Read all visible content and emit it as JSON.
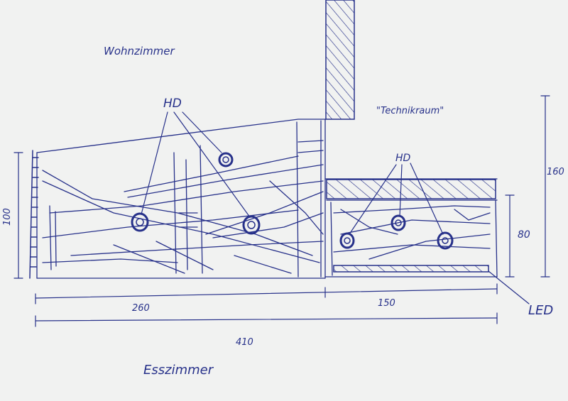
{
  "labels": {
    "living_room": "Wohnzimmer",
    "dining_room": "Esszimmer",
    "technical_room": "\"Technikraum\"",
    "hd_left": "HD",
    "hd_right": "HD",
    "led": "LED"
  },
  "dimensions": {
    "left_width": "260",
    "right_width": "150",
    "total_width": "410",
    "left_height": "100",
    "shelf_height": "80",
    "total_height": "160"
  },
  "colors": {
    "ink": "#27318a",
    "paper": "#f1f2f1"
  }
}
